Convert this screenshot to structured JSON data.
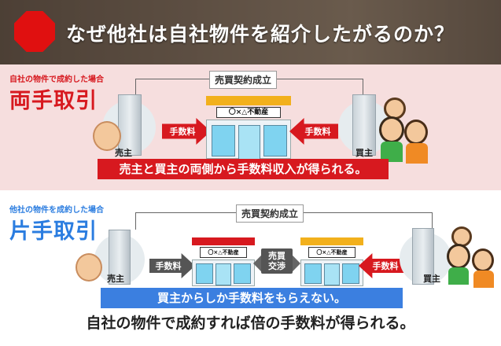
{
  "header": {
    "title": "なぜ他社は自社物件を紹介したがるのか？"
  },
  "colors": {
    "red_accent": "#d7191f",
    "blue_accent": "#2b7de0",
    "pink_bg": "#f6dede",
    "bar_blue": "#3b7fe0"
  },
  "ryote": {
    "subtitle": "自社の物件で成約した場合",
    "title": "両手取引",
    "contract_label": "売買契約成立",
    "seller_label": "売主",
    "buyer_label": "買主",
    "fee_left": "手数料",
    "fee_right": "手数料",
    "shop_sign": "〇×△不動産",
    "summary": "売主と買主の両側から手数料収入が得られる。"
  },
  "katate": {
    "subtitle": "他社の物件を成約した場合",
    "title": "片手取引",
    "contract_label": "売買契約成立",
    "seller_label": "売主",
    "buyer_label": "買主",
    "fee_left": "手数料",
    "fee_right": "手数料",
    "shop_sign_left": "〇×△不動産",
    "shop_sign_right": "〇×△不動産",
    "negotiation": "売買\n交渉",
    "summary": "買主からしか手数料をもらえない。"
  },
  "footer": {
    "text": "自社の物件で成約すれば倍の手数料が得られる。"
  }
}
